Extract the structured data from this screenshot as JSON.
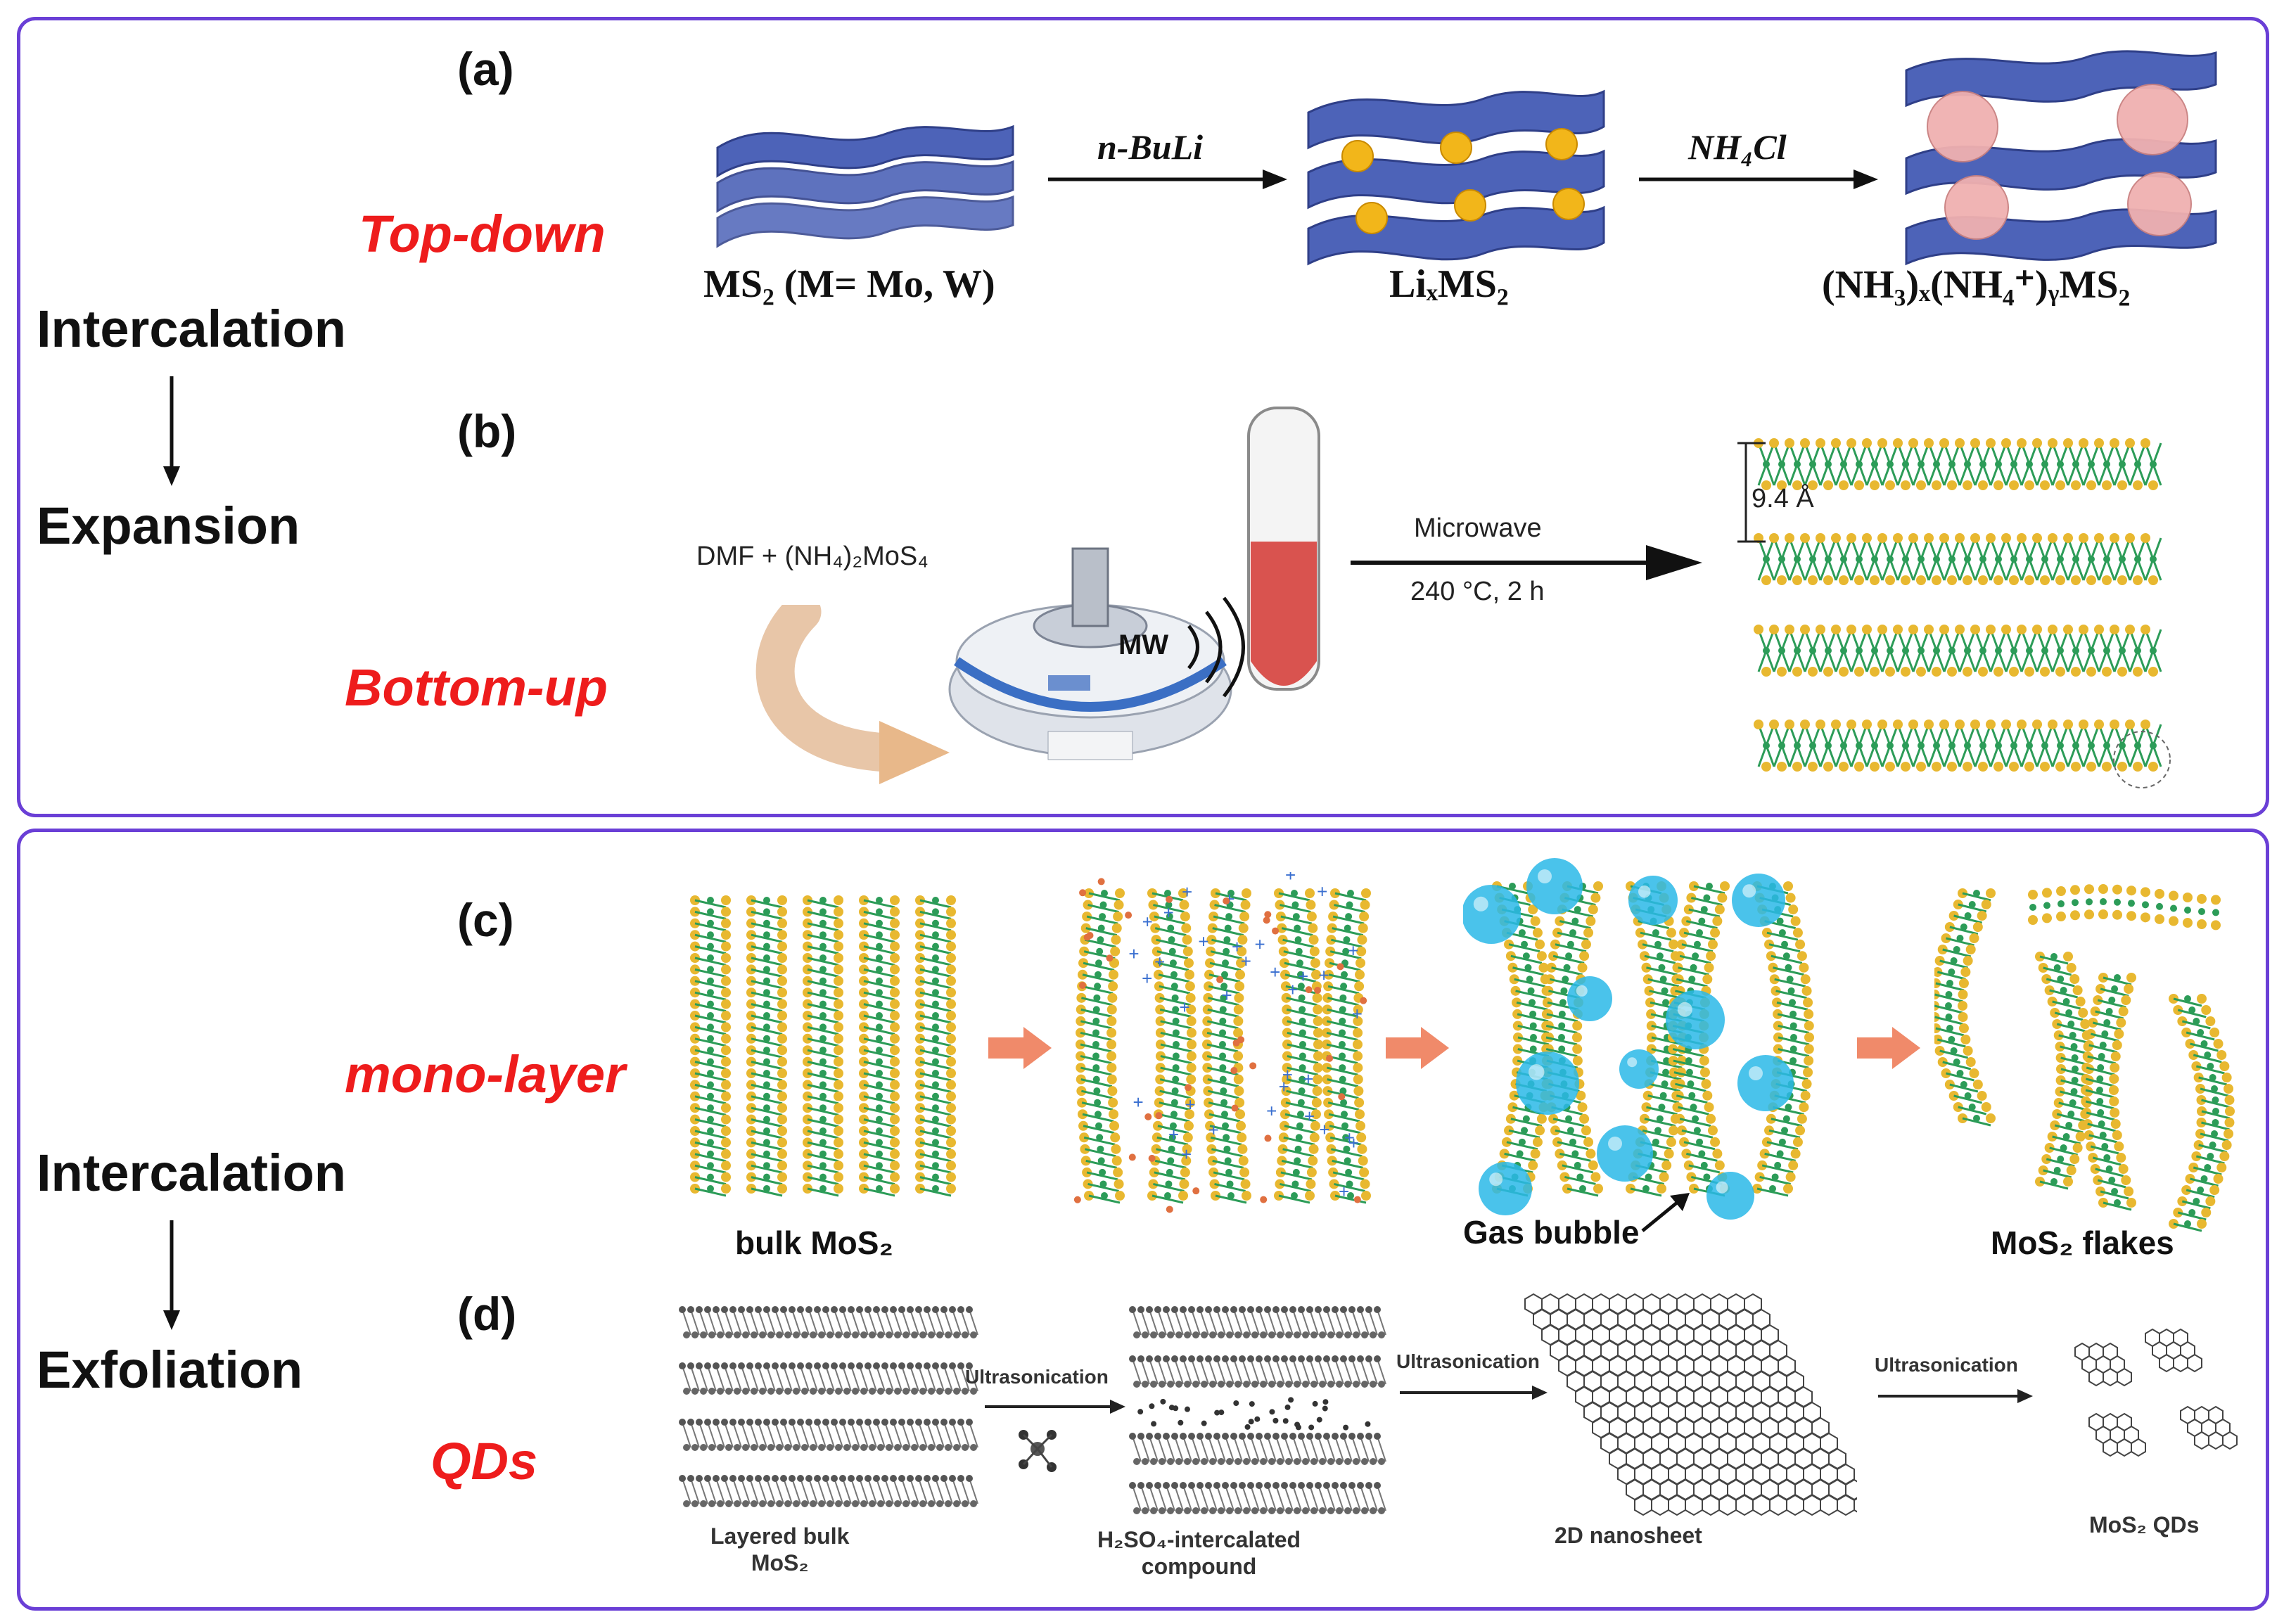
{
  "panel_top": {
    "side_top": "Intercalation",
    "side_bottom": "Expansion",
    "a": {
      "tag": "(a)",
      "method": "Top-down",
      "label1": "MS₂ (M= Mo, W)",
      "arrow1": "n-BuLi",
      "label2": "LiₓMS₂",
      "arrow2": "NH₄Cl",
      "label3": "(NH₃)ₓ(NH₄⁺)ᵧMS₂"
    },
    "b": {
      "tag": "(b)",
      "method": "Bottom-up",
      "reagent": "DMF + (NH₄)₂MoS₄",
      "mw": "MW",
      "arrow_top": "Microwave",
      "arrow_bottom": "240 °C, 2 h",
      "spacing": "9.4 Å"
    }
  },
  "panel_bottom": {
    "side_top": "Intercalation",
    "side_bottom": "Exfoliation",
    "c": {
      "tag": "(c)",
      "method": "mono-layer",
      "label_bulk": "bulk MoS₂",
      "label_bubble": "Gas bubble",
      "label_flakes": "MoS₂ flakes"
    },
    "d": {
      "tag": "(d)",
      "method": "QDs",
      "arrow1": "Ultrasonication",
      "arrow2": "Ultrasonication",
      "arrow3": "Ultrasonication",
      "label1": "Layered bulk\nMoS₂",
      "label2": "H₂SO₄-intercalated\ncompound",
      "label3": "2D nanosheet",
      "label4": "MoS₂ QDs"
    }
  },
  "colors": {
    "border": "#6a3fd6",
    "method_red": "#ee1c1c",
    "sheet_blue": "#4d63b8",
    "li_gold": "#f2b61a",
    "nh4_pink": "#f0b0b0",
    "s_yellow": "#e8b830",
    "mo_green": "#2c9c58",
    "bubble": "#2ab8e8",
    "orange_arrow": "#f08a6a",
    "liquid": "#d9534f"
  }
}
